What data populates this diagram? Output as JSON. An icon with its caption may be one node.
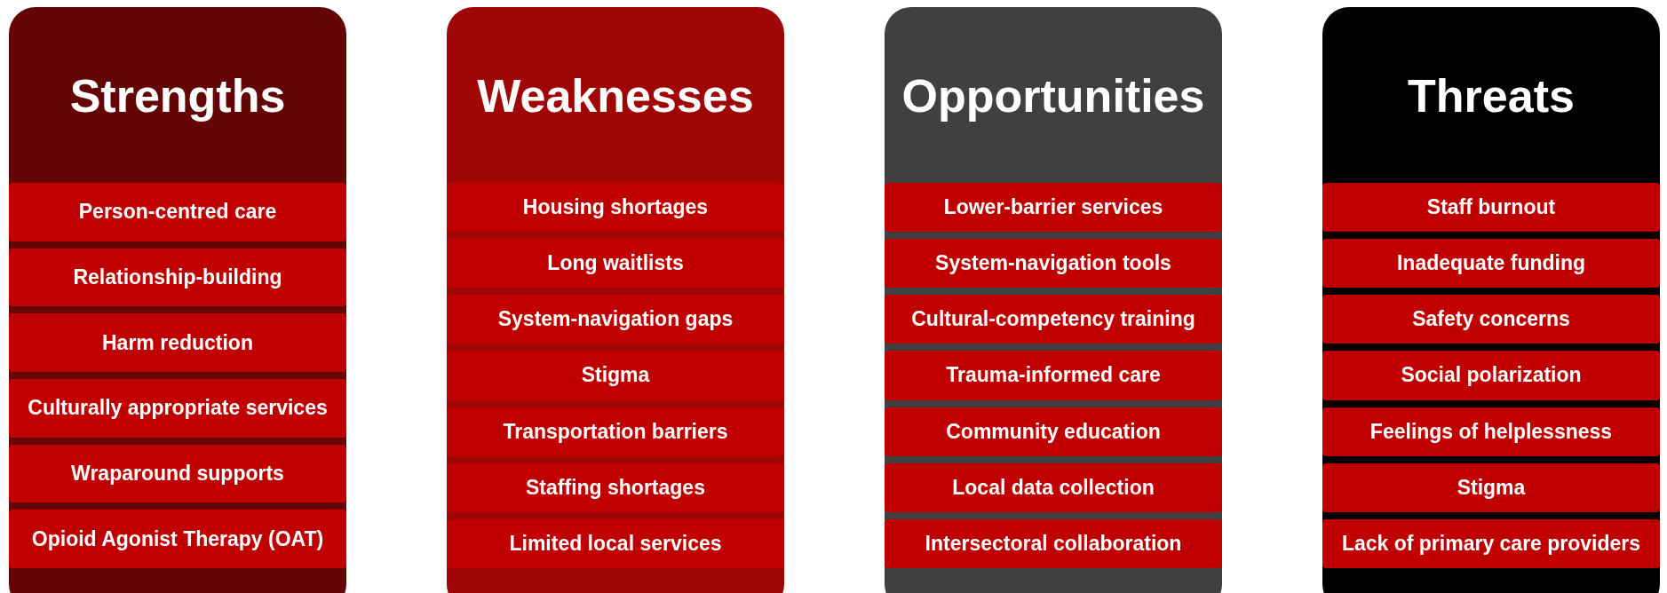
{
  "diagram": {
    "nodes": [
      {
        "text": [
          "Strengths"
        ]
      },
      {
        "text": [
          "Person-centred care"
        ],
        "in": 0
      },
      {
        "text": [
          "Relationship-building"
        ],
        "in": 0
      },
      {
        "text": [
          "Harm reduction"
        ],
        "in": 0
      },
      {
        "text": [
          "Culturally appropriate services"
        ],
        "in": 0
      },
      {
        "text": [
          "Wraparound supports"
        ],
        "in": 0
      },
      {
        "text": [
          "Opioid Agonist Therapy (OAT)"
        ],
        "in": 0
      },
      {
        "text": [
          "Weaknesses"
        ]
      },
      {
        "text": [
          "Housing shortages"
        ],
        "in": 7
      },
      {
        "text": [
          "Long waitlists"
        ],
        "in": 7
      },
      {
        "text": [
          "System-navigation gaps"
        ],
        "in": 7
      },
      {
        "text": [
          "Stigma"
        ],
        "in": 7
      },
      {
        "text": [
          "Transportation barriers"
        ],
        "in": 7
      },
      {
        "text": [
          "Staffing shortages"
        ],
        "in": 7
      },
      {
        "text": [
          "Limited local services"
        ],
        "in": 7
      },
      {
        "text": [
          "Opportunities"
        ]
      },
      {
        "text": [
          "Lower-barrier services"
        ],
        "in": 15
      },
      {
        "text": [
          "System-navigation tools"
        ],
        "in": 15
      },
      {
        "text": [
          "Cultural-competency training"
        ],
        "in": 15
      },
      {
        "text": [
          "Trauma-informed care"
        ],
        "in": 15
      },
      {
        "text": [
          "Community education"
        ],
        "in": 15
      },
      {
        "text": [
          "Local data collection"
        ],
        "in": 15
      },
      {
        "text": [
          "Intersectoral collaboration"
        ],
        "in": 15
      },
      {
        "text": [
          "Threats"
        ]
      },
      {
        "text": [
          "Staff burnout"
        ],
        "in": 23
      },
      {
        "text": [
          "Inadequate funding"
        ],
        "in": 23
      },
      {
        "text": [
          "Safety concerns"
        ],
        "in": 23
      },
      {
        "text": [
          "Social polarization"
        ],
        "in": 23
      },
      {
        "text": [
          "Feelings of helplessness"
        ],
        "in": 23
      },
      {
        "text": [
          "Stigma"
        ],
        "in": 23
      },
      {
        "text": [
          "Lack of primary care providers"
        ],
        "in": 23
      }
    ]
  }
}
